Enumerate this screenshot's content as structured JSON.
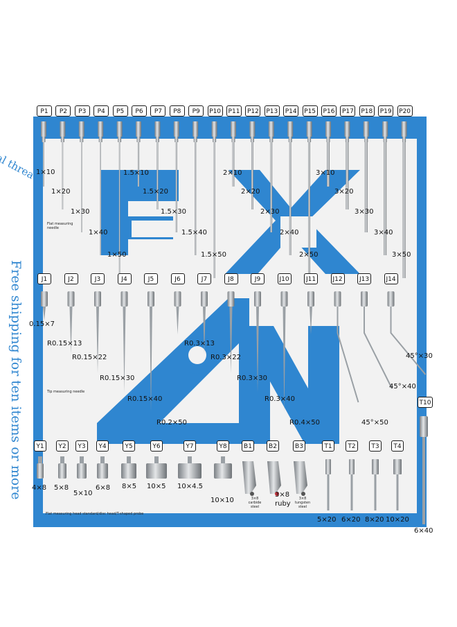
{
  "side_promo": "Free shipping for ten items or more",
  "corner_promo": "al threa",
  "colors": {
    "board": "#2f86d0",
    "inner": "#f2f2f2",
    "tag_border": "#1a1a1a",
    "steel": "#b8bcc0"
  },
  "notes": {
    "flat": "Flat measuring needle",
    "tip": "Tip measuring needle",
    "bottom": "Flat measuring head standard/disc head/T-shaped probe",
    "b1": "3×8 carbide steel",
    "b2": "3×8 ruby",
    "b2_sub": "",
    "b3": "3×8 tungsten steel"
  },
  "p_row": {
    "labels": [
      "P1",
      "P2",
      "P3",
      "P4",
      "P5",
      "P6",
      "P7",
      "P8",
      "P9",
      "P10",
      "P11",
      "P12",
      "P13",
      "P14",
      "P15",
      "P16",
      "P17",
      "P18",
      "P19",
      "P20"
    ],
    "dims": [
      "1×10",
      "1×20",
      "1×30",
      "1×40",
      "1×50",
      "1.5×10",
      "1.5×20",
      "1.5×30",
      "1.5×40",
      "1.5×50",
      "2×10",
      "2×20",
      "2×30",
      "2×40",
      "2×50",
      "3×10",
      "3×20",
      "3×30",
      "3×40",
      "3×50"
    ]
  },
  "j_row": {
    "labels": [
      "J1",
      "J2",
      "J3",
      "J4",
      "J5",
      "J6",
      "J7",
      "J8",
      "J9",
      "J10",
      "J11",
      "J12",
      "J13",
      "J14"
    ],
    "dims": [
      "0.15×7",
      "R0.15×13",
      "R0.15×22",
      "R0.15×30",
      "R0.15×40",
      "R0.2×50",
      "R0.3×13",
      "R0.3×22",
      "R0.3×30",
      "R0.3×40",
      "R0.4×50",
      "45°×50",
      "45°×40",
      "45°×30"
    ]
  },
  "y_row": {
    "labels": [
      "Y1",
      "Y2",
      "Y3",
      "Y4",
      "Y5",
      "Y6",
      "Y7",
      "Y8",
      "B1",
      "B2",
      "B3",
      "T1",
      "T2",
      "T3",
      "T4"
    ],
    "dims": [
      "4×8",
      "5×8",
      "5×10",
      "6×8",
      "8×5",
      "10×5",
      "10×4.5",
      "10×10",
      "",
      "3×8",
      "",
      "5×20",
      "6×20",
      "8×20",
      "10×20"
    ]
  },
  "t10": {
    "label": "T10",
    "dim": "6×40"
  },
  "b2_extra": "ruby"
}
